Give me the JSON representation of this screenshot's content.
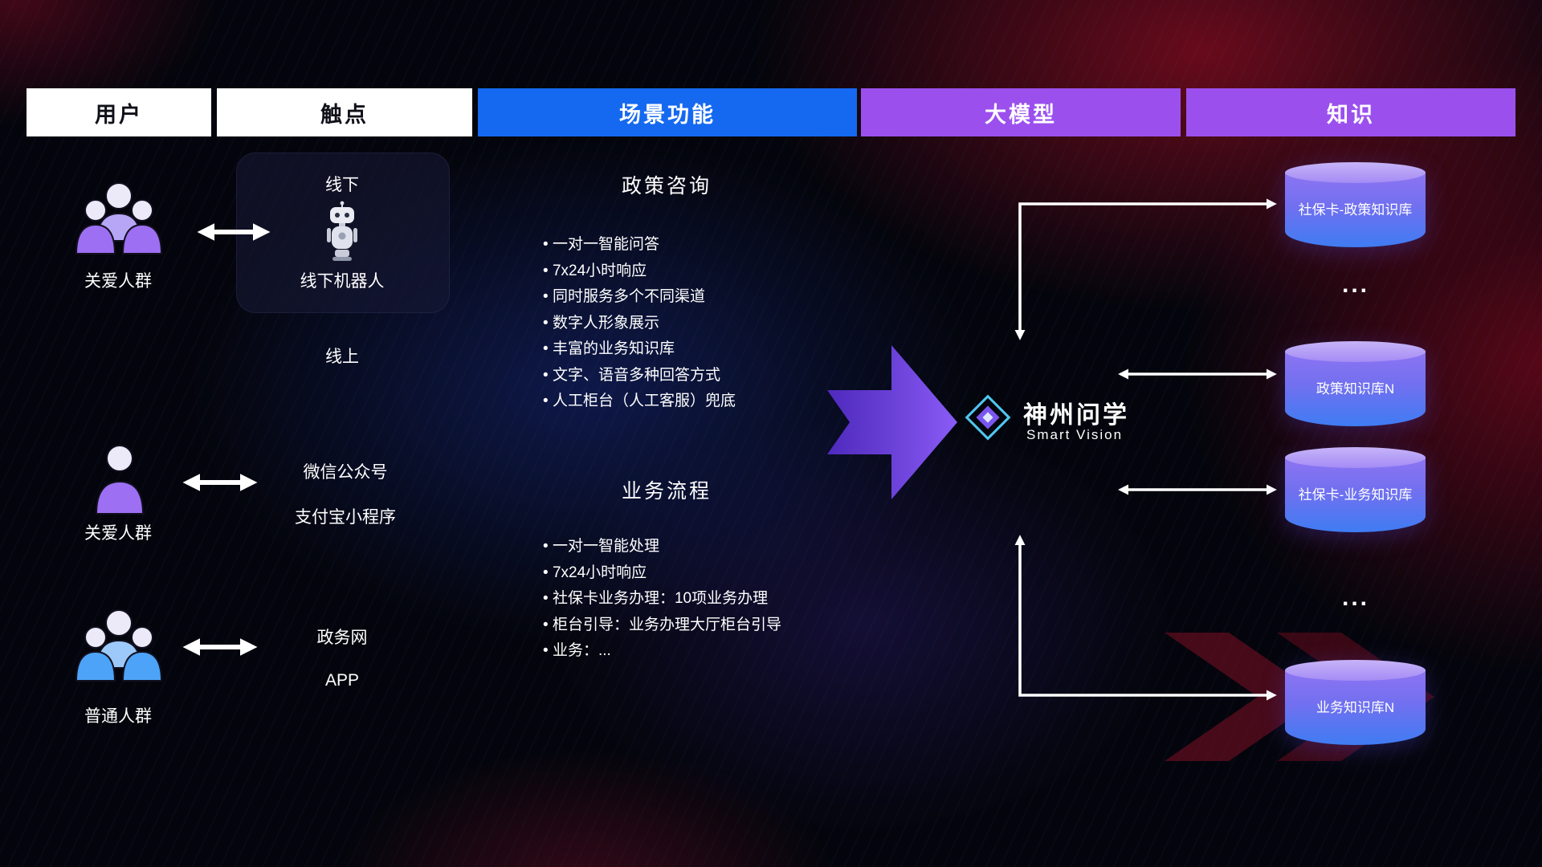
{
  "header": {
    "columns": [
      "用户",
      "触点",
      "场景功能",
      "大模型",
      "知识"
    ]
  },
  "users": [
    {
      "label": "关爱人群",
      "icon": "people-group-purple-icon"
    },
    {
      "label": "关爱人群",
      "icon": "person-purple-icon"
    },
    {
      "label": "普通人群",
      "icon": "people-group-blue-icon"
    }
  ],
  "touchpoints": {
    "offline": {
      "title": "线下",
      "robot_label": "线下机器人",
      "icon": "robot-icon"
    },
    "online_title": "线上",
    "channels": [
      "微信公众号",
      "支付宝小程序",
      "政务网",
      "APP"
    ]
  },
  "functions": {
    "policy": {
      "title": "政策咨询",
      "items": [
        "一对一智能问答",
        "7x24小时响应",
        "同时服务多个不同渠道",
        "数字人形象展示",
        "丰富的业务知识库",
        "文字、语音多种回答方式",
        "人工柜台（人工客服）兜底"
      ]
    },
    "business": {
      "title": "业务流程",
      "items": [
        "一对一智能处理",
        "7x24小时响应",
        "社保卡业务办理：10项业务办理",
        "柜台引导：业务办理大厅柜台引导",
        "业务：..."
      ]
    }
  },
  "model": {
    "name": "神州问学",
    "subtitle": "Smart Vision",
    "icon": "diamond-logo-icon"
  },
  "knowledge": {
    "items": [
      {
        "label": "社保卡-政策知识库",
        "type": "db"
      },
      {
        "label": "...",
        "type": "ellipsis"
      },
      {
        "label": "政策知识库N",
        "type": "db"
      },
      {
        "label": "社保卡-业务知识库",
        "type": "db"
      },
      {
        "label": "...",
        "type": "ellipsis"
      },
      {
        "label": "业务知识库N",
        "type": "db"
      }
    ]
  },
  "colors": {
    "header_blue": "#1569f0",
    "header_purple": "#9b50ee",
    "connector_white": "#ffffff",
    "flow_arrow_purple": "#7a4df0",
    "db_top": "#b6a3f7",
    "db_body_bottom": "#3f7cf2",
    "user_purple": "#9d6ff2",
    "user_blue": "#4da3f7",
    "glow_red": "#b0102a",
    "glow_blue": "#2646d7"
  }
}
